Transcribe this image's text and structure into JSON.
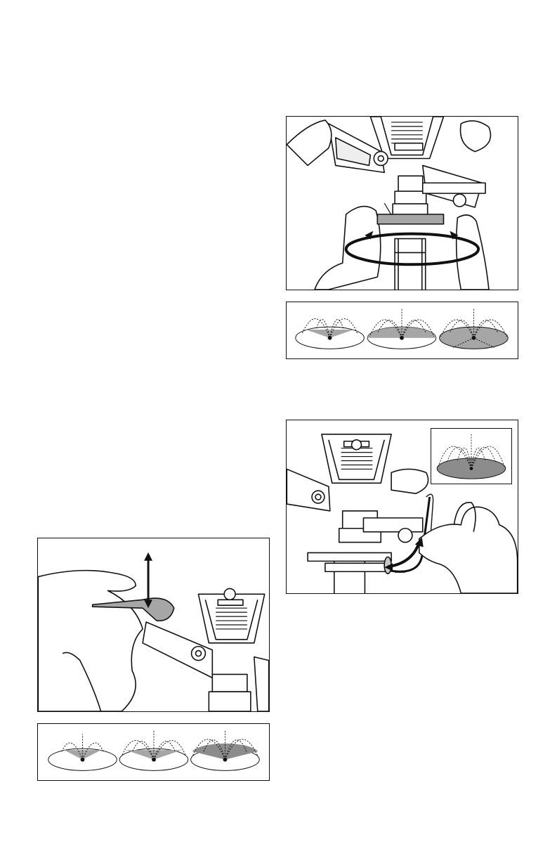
{
  "page": {
    "background": "#ffffff",
    "line_color": "#111111",
    "shade_light": "#c8c8c8",
    "shade_mid": "#a6a6a6",
    "shade_dark": "#8c8c8c"
  },
  "figures": [
    {
      "id": "arc-adjustment",
      "icons": [
        "hand-icon",
        "sprinkler-head-icon",
        "arc-collar-icon",
        "rotation-arrow-icon"
      ]
    },
    {
      "id": "arc-pattern-strip",
      "coverage_levels": [
        0.25,
        0.5,
        1.0
      ],
      "icons": [
        "spray-pattern-icon"
      ]
    },
    {
      "id": "full-circle-adjustment",
      "icons": [
        "hand-icon",
        "sprinkler-head-icon",
        "trip-pin-icon",
        "curved-arrow-icon",
        "spray-pattern-icon"
      ]
    },
    {
      "id": "deflector-adjustment",
      "icons": [
        "hand-icon",
        "sprinkler-head-icon",
        "deflector-icon",
        "up-down-arrow-icon"
      ]
    },
    {
      "id": "distance-pattern-strip",
      "coverage_levels": [
        0.33,
        0.66,
        1.0
      ],
      "icons": [
        "spray-pattern-icon"
      ]
    }
  ]
}
